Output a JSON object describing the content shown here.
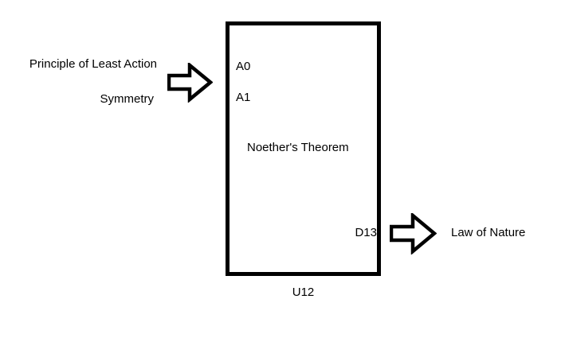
{
  "diagram": {
    "inputs": [
      {
        "label": "Principle of Least Action",
        "pin": "A0"
      },
      {
        "label": "Symmetry",
        "pin": "A1"
      }
    ],
    "block": {
      "title": "Noether's Theorem",
      "designator": "U12",
      "output_pin": "D13"
    },
    "output": {
      "label": "Law of Nature"
    },
    "colors": {
      "stroke": "#000000",
      "fill": "#ffffff"
    }
  }
}
